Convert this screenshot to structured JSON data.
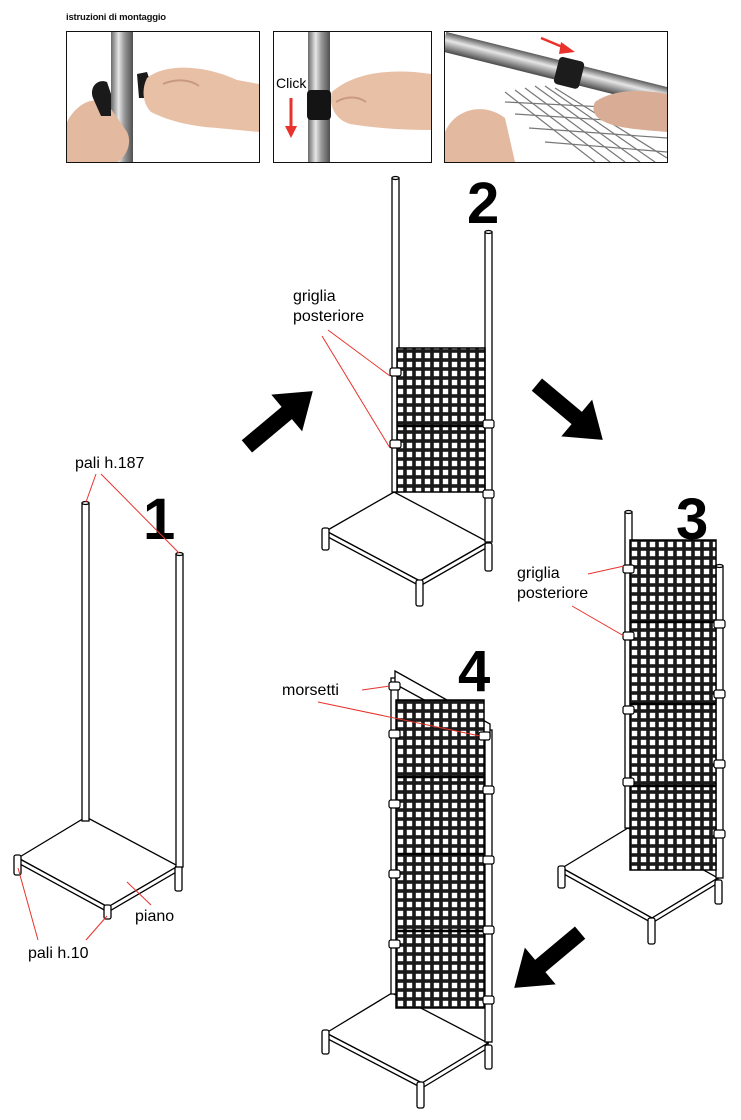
{
  "header": {
    "title": "istruzioni di montaggio"
  },
  "photos": {
    "click_label": "Click"
  },
  "steps": [
    {
      "number": "1",
      "labels": [
        "pali h.187",
        "piano",
        "pali h.10"
      ]
    },
    {
      "number": "2",
      "labels": [
        "griglia",
        "posteriore"
      ]
    },
    {
      "number": "3",
      "labels": [
        "griglia",
        "posteriore"
      ]
    },
    {
      "number": "4",
      "labels": [
        "morsetti"
      ]
    }
  ],
  "colors": {
    "ink": "#000000",
    "leader": "#e8322b",
    "grid": "#1a1a1a"
  }
}
